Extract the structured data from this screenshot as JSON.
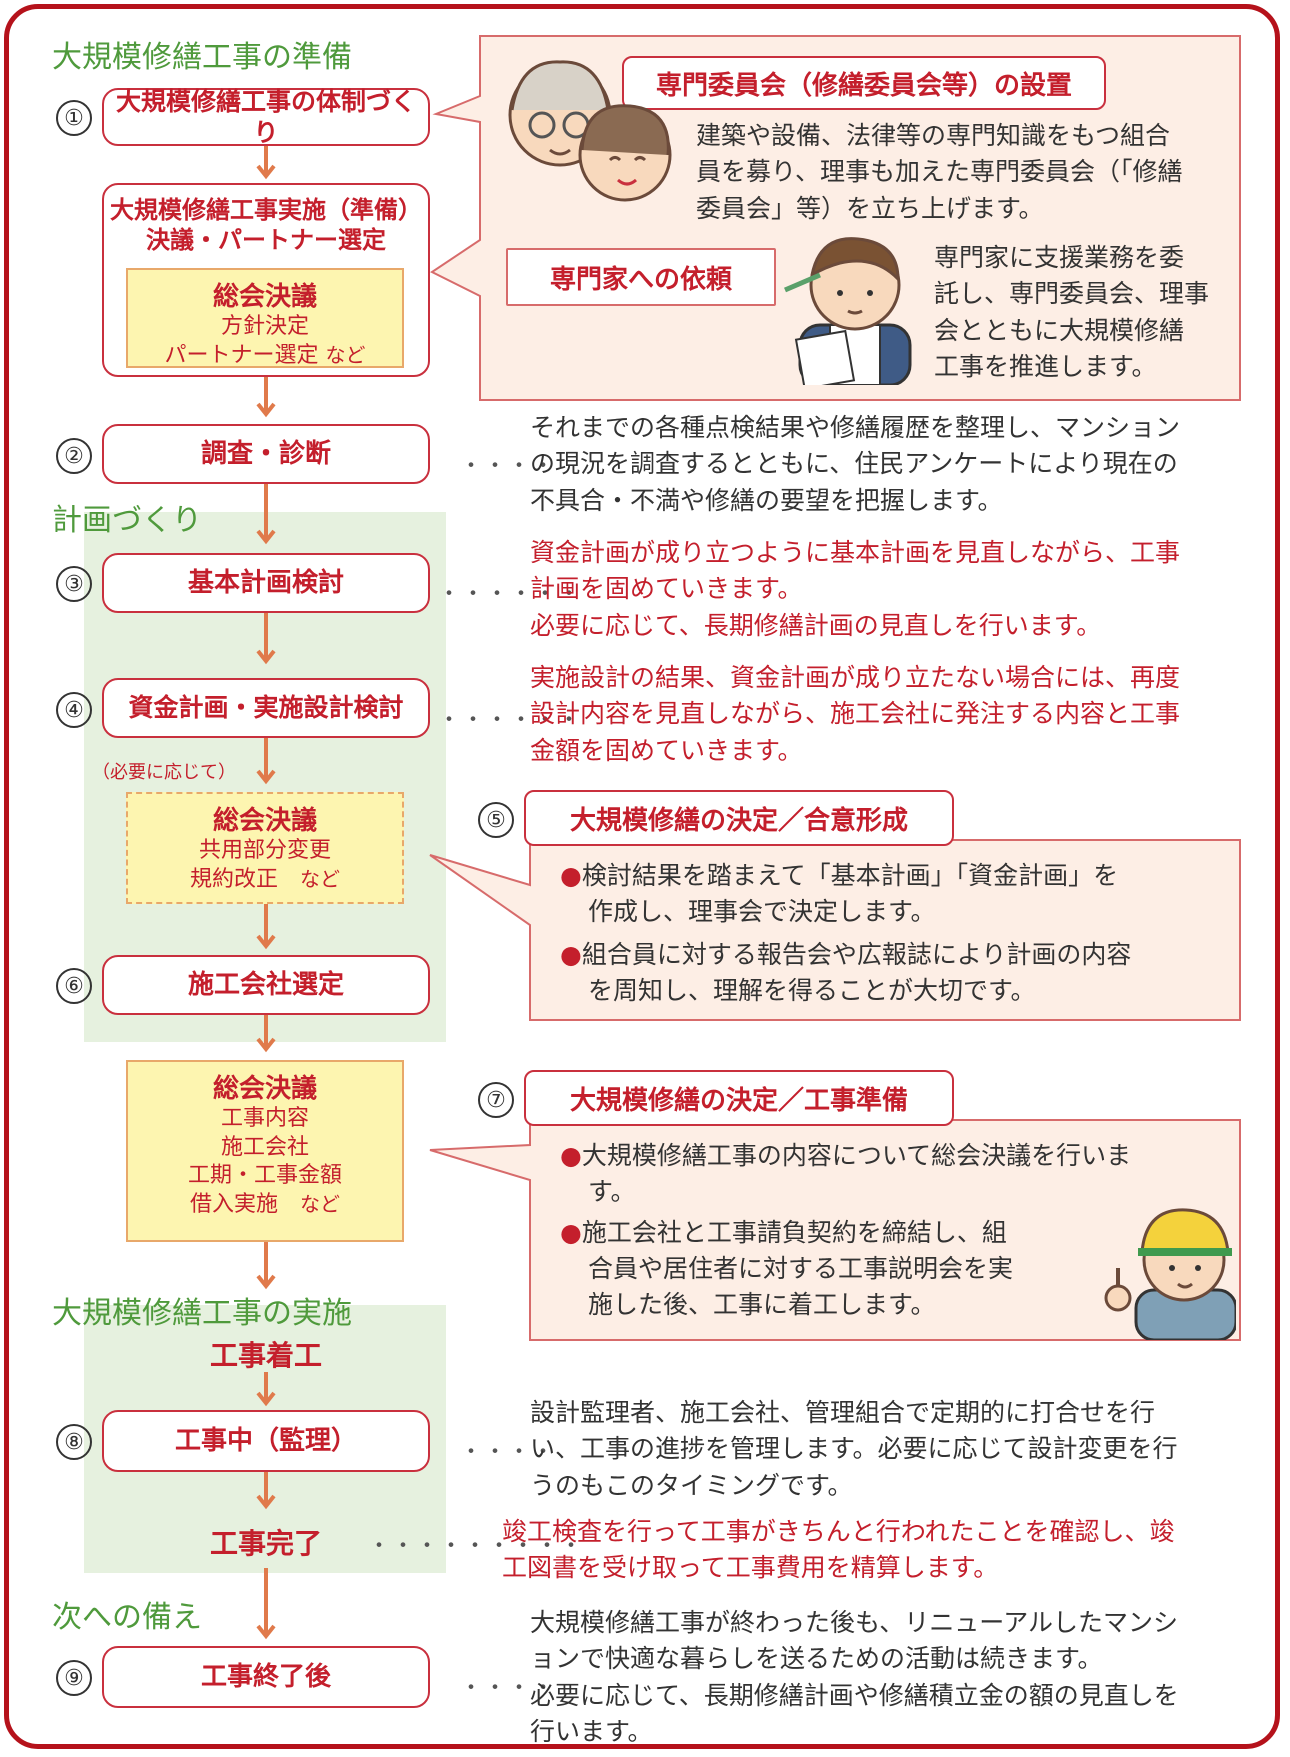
{
  "phases": {
    "p1": "大規模修繕工事の準備",
    "p2": "計画づくり",
    "p3": "大規模修繕工事の実施",
    "p4": "次への備え"
  },
  "steps": {
    "s1": {
      "num": "①",
      "label": "大規模修繕工事の体制づくり"
    },
    "s1b": {
      "line1": "大規模修繕工事実施（準備）",
      "line2": "決議・パートナー選定"
    },
    "s2": {
      "num": "②",
      "label": "調査・診断"
    },
    "s3": {
      "num": "③",
      "label": "基本計画検討"
    },
    "s4": {
      "num": "④",
      "label": "資金計画・実施設計検討"
    },
    "s6": {
      "num": "⑥",
      "label": "施工会社選定"
    },
    "start": "工事着工",
    "s8": {
      "num": "⑧",
      "label": "工事中（監理）"
    },
    "finish": "工事完了",
    "s9": {
      "num": "⑨",
      "label": "工事終了後"
    }
  },
  "yellow_boxes": {
    "y1": {
      "title": "総会決議",
      "l1": "方針決定",
      "l2": "パートナー選定",
      "etc": "など"
    },
    "y2": {
      "note": "（必要に応じて）",
      "title": "総会決議",
      "l1": "共用部分変更",
      "l2": "規約改正",
      "etc": "など"
    },
    "y3": {
      "title": "総会決議",
      "l1": "工事内容",
      "l2": "施工会社",
      "l3": "工期・工事金額",
      "l4": "借入実施",
      "etc": "など"
    }
  },
  "panel1": {
    "title": "専門委員会（修繕委員会等）の設置",
    "text1": [
      "建築や設備、法律等の専門知識をもつ組合",
      "員を募り、理事も加えた専門委員会（「修繕",
      "委員会」等）を立ち上げます。"
    ],
    "title2": "専門家への依頼",
    "text2": [
      "専門家に支援業務を委",
      "託し、専門委員会、理事",
      "会とともに大規模修繕",
      "工事を推進します。"
    ]
  },
  "descriptions": {
    "d2": [
      "それまでの各種点検結果や修繕履歴を整理し、マンション",
      "の現況を調査するとともに、住民アンケートにより現在の",
      "不具合・不満や修繕の要望を把握します。"
    ],
    "d3": [
      "資金計画が成り立つように基本計画を見直しながら、工事",
      "計画を固めていきます。",
      "必要に応じて、長期修繕計画の見直しを行います。"
    ],
    "d4": [
      "実施設計の結果、資金計画が成り立たない場合には、再度",
      "設計内容を見直しながら、施工会社に発注する内容と工事",
      "金額を固めていきます。"
    ],
    "d8": [
      "設計監理者、施工会社、管理組合で定期的に打合せを行",
      "い、工事の進捗を管理します。必要に応じて設計変更を行",
      "うのもこのタイミングです。"
    ],
    "dfinish": [
      "竣工検査を行って工事がきちんと行われたことを確認し、竣",
      "工図書を受け取って工事費用を精算します。"
    ],
    "d9": [
      "大規模修繕工事が終わった後も、リニューアルしたマンシ",
      "ョンで快適な暮らしを送るための活動は続きます。",
      "必要に応じて、長期修繕計画や修繕積立金の額の見直しを",
      "行います。"
    ]
  },
  "panel5": {
    "num": "⑤",
    "title": "大規模修繕の決定／合意形成",
    "b1": [
      "●",
      "検討結果を踏まえて「基本計画」「資金計画」を",
      "作成し、理事会で決定します。"
    ],
    "b2": [
      "●",
      "組合員に対する報告会や広報誌により計画の内容",
      "を周知し、理解を得ることが大切です。"
    ]
  },
  "panel7": {
    "num": "⑦",
    "title": "大規模修繕の決定／工事準備",
    "b1": [
      "●",
      "大規模修繕工事の内容について総会決議を行いま",
      "す。"
    ],
    "b2": [
      "●",
      "施工会社と工事請負契約を締結し、組",
      "合員や居住者に対する工事説明会を実",
      "施した後、工事に着工します。"
    ]
  },
  "dots": {
    "short": "・・・・",
    "mid": "・・・・・・",
    "long": "・・・・・・・・・"
  },
  "colors": {
    "border": "#b5121b",
    "red_text": "#c41f2c",
    "green": "#4f9a3c",
    "green_bg": "#e6f1df",
    "yellow": "#fdf5b0",
    "panel_bg": "#fdeee5"
  }
}
